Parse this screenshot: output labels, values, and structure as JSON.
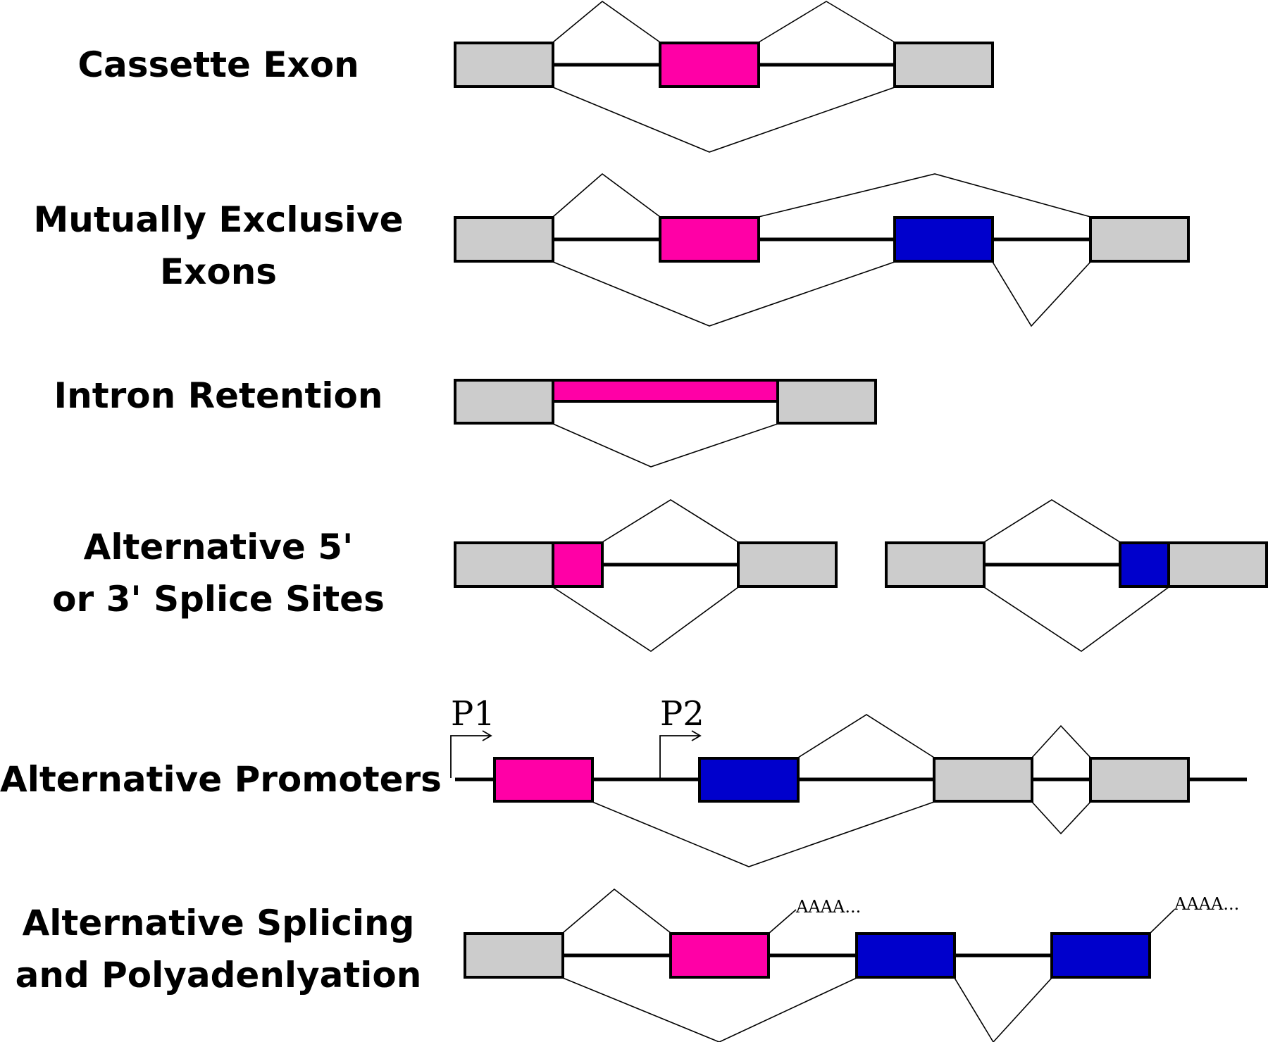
{
  "colors": {
    "constitutive_exon": "#cccccc",
    "alternative_exon_pink": "#ff00a6",
    "alternative_exon_blue": "#0000cc",
    "line": "#000000",
    "background": "#ffffff"
  },
  "rows": [
    {
      "id": "cassette",
      "label_lines": [
        "Cassette Exon"
      ]
    },
    {
      "id": "mutually-exclusive",
      "label_lines": [
        "Mutually Exclusive",
        "Exons"
      ]
    },
    {
      "id": "intron-retention",
      "label_lines": [
        "Intron Retention"
      ]
    },
    {
      "id": "alt-splice-sites",
      "label_lines": [
        "Alternative 5'",
        "or 3' Splice Sites"
      ]
    },
    {
      "id": "alt-promoters",
      "label_lines": [
        "Alternative Promoters"
      ],
      "promoters": [
        "P1",
        "P2"
      ]
    },
    {
      "id": "alt-polyadenylation",
      "label_lines": [
        "Alternative Splicing",
        "and Polyadenlyation"
      ],
      "polya_sites": [
        "AAAA...",
        "AAAA..."
      ]
    }
  ]
}
